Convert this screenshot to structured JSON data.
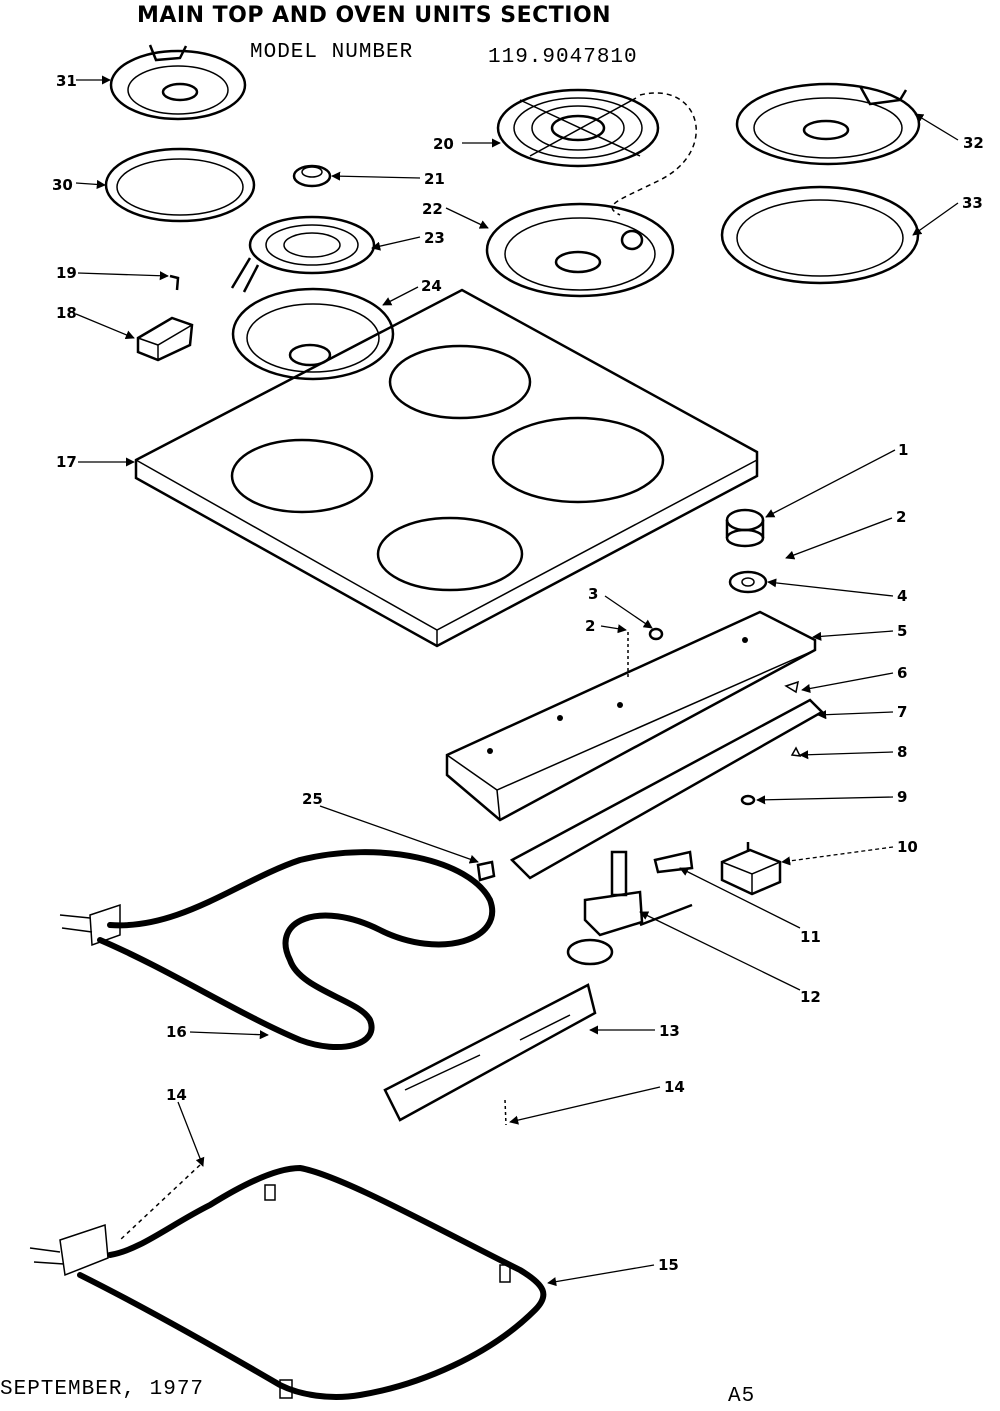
{
  "header": {
    "title": "MAIN TOP AND OVEN UNITS SECTION",
    "model_label": "MODEL NUMBER",
    "model_number": "119.9047810"
  },
  "footer": {
    "date": "SEPTEMBER, 1977",
    "page_code": "A5"
  },
  "callouts": [
    "31",
    "30",
    "20",
    "21",
    "22",
    "23",
    "24",
    "19",
    "18",
    "17",
    "32",
    "33",
    "1",
    "2",
    "4",
    "3",
    "2",
    "5",
    "6",
    "7",
    "8",
    "9",
    "25",
    "10",
    "11",
    "12",
    "16",
    "13",
    "14",
    "14",
    "15"
  ]
}
